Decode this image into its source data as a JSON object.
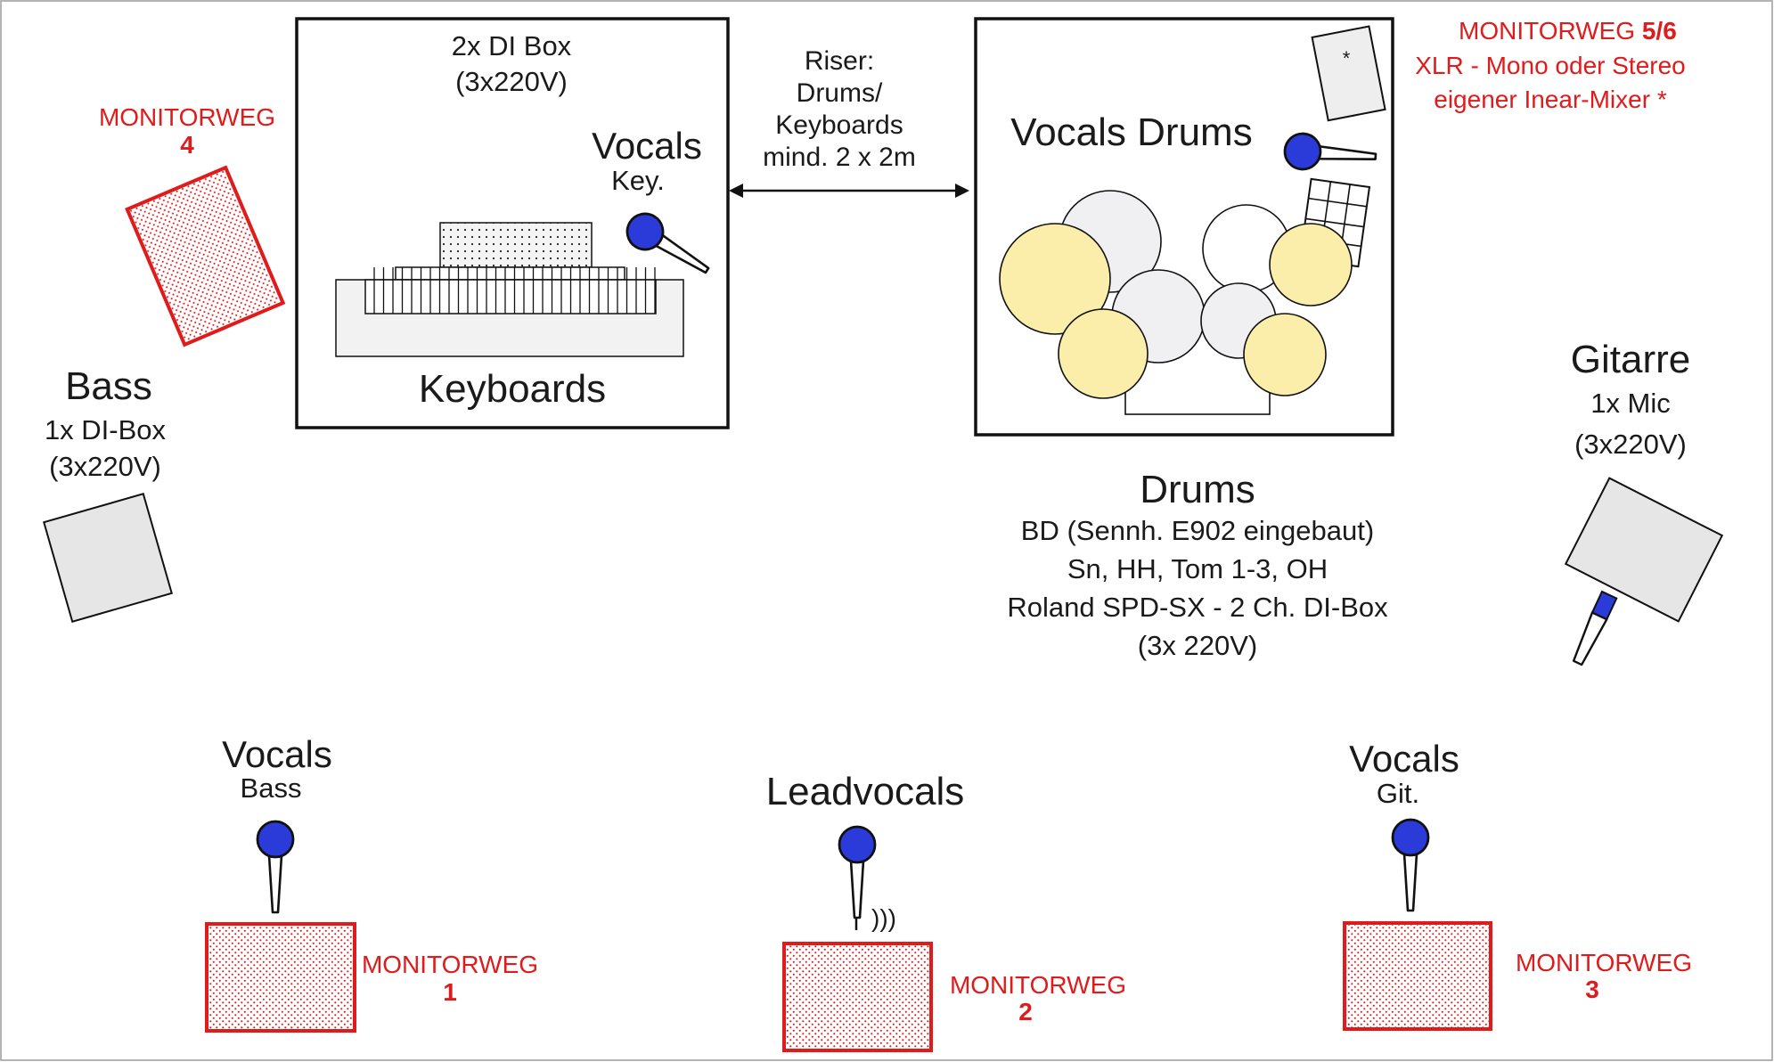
{
  "keyboard_riser": {
    "di_line1": "2x DI Box",
    "di_line2": "(3x220V)",
    "vocals_title": "Vocals",
    "vocals_sub": "Key.",
    "label": "Keyboards"
  },
  "riser_note": {
    "line1": "Riser:",
    "line2": "Drums/",
    "line3": "Keyboards",
    "line4": "mind. 2 x 2m"
  },
  "drum_riser": {
    "label": "Vocals Drums",
    "asterisk": "*"
  },
  "monitor_56": {
    "prefix": "MONITORWEG ",
    "number": "5/6",
    "line2": "XLR - Mono oder Stereo",
    "line3": "eigener Inear-Mixer *"
  },
  "monitor_4": {
    "label": "MONITORWEG",
    "number": "4"
  },
  "bass": {
    "title": "Bass",
    "line1": "1x DI-Box",
    "line2": "(3x220V)"
  },
  "gitarre": {
    "title": "Gitarre",
    "line1": "1x Mic",
    "line2": "(3x220V)"
  },
  "drums_info": {
    "title": "Drums",
    "line1": "BD (Sennh. E902 eingebaut)",
    "line2": "Sn, HH, Tom 1-3, OH",
    "line3": "Roland SPD-SX - 2 Ch. DI-Box",
    "line4": "(3x 220V)"
  },
  "vocals_bass": {
    "title": "Vocals",
    "sub": "Bass"
  },
  "leadvocals": {
    "title": "Leadvocals",
    "wireless": ")))"
  },
  "vocals_git": {
    "title": "Vocals",
    "sub": "Git."
  },
  "monitor_1": {
    "label": "MONITORWEG",
    "number": "1"
  },
  "monitor_2": {
    "label": "MONITORWEG",
    "number": "2"
  },
  "monitor_3": {
    "label": "MONITORWEG",
    "number": "3"
  },
  "colors": {
    "monitor_red": "#e01b1b",
    "mic_blue": "#2b3bd9",
    "cymbal_yellow": "#fbeeaa",
    "drum_grey": "#f0f0f2",
    "amp_grey": "#e6e6e6"
  }
}
